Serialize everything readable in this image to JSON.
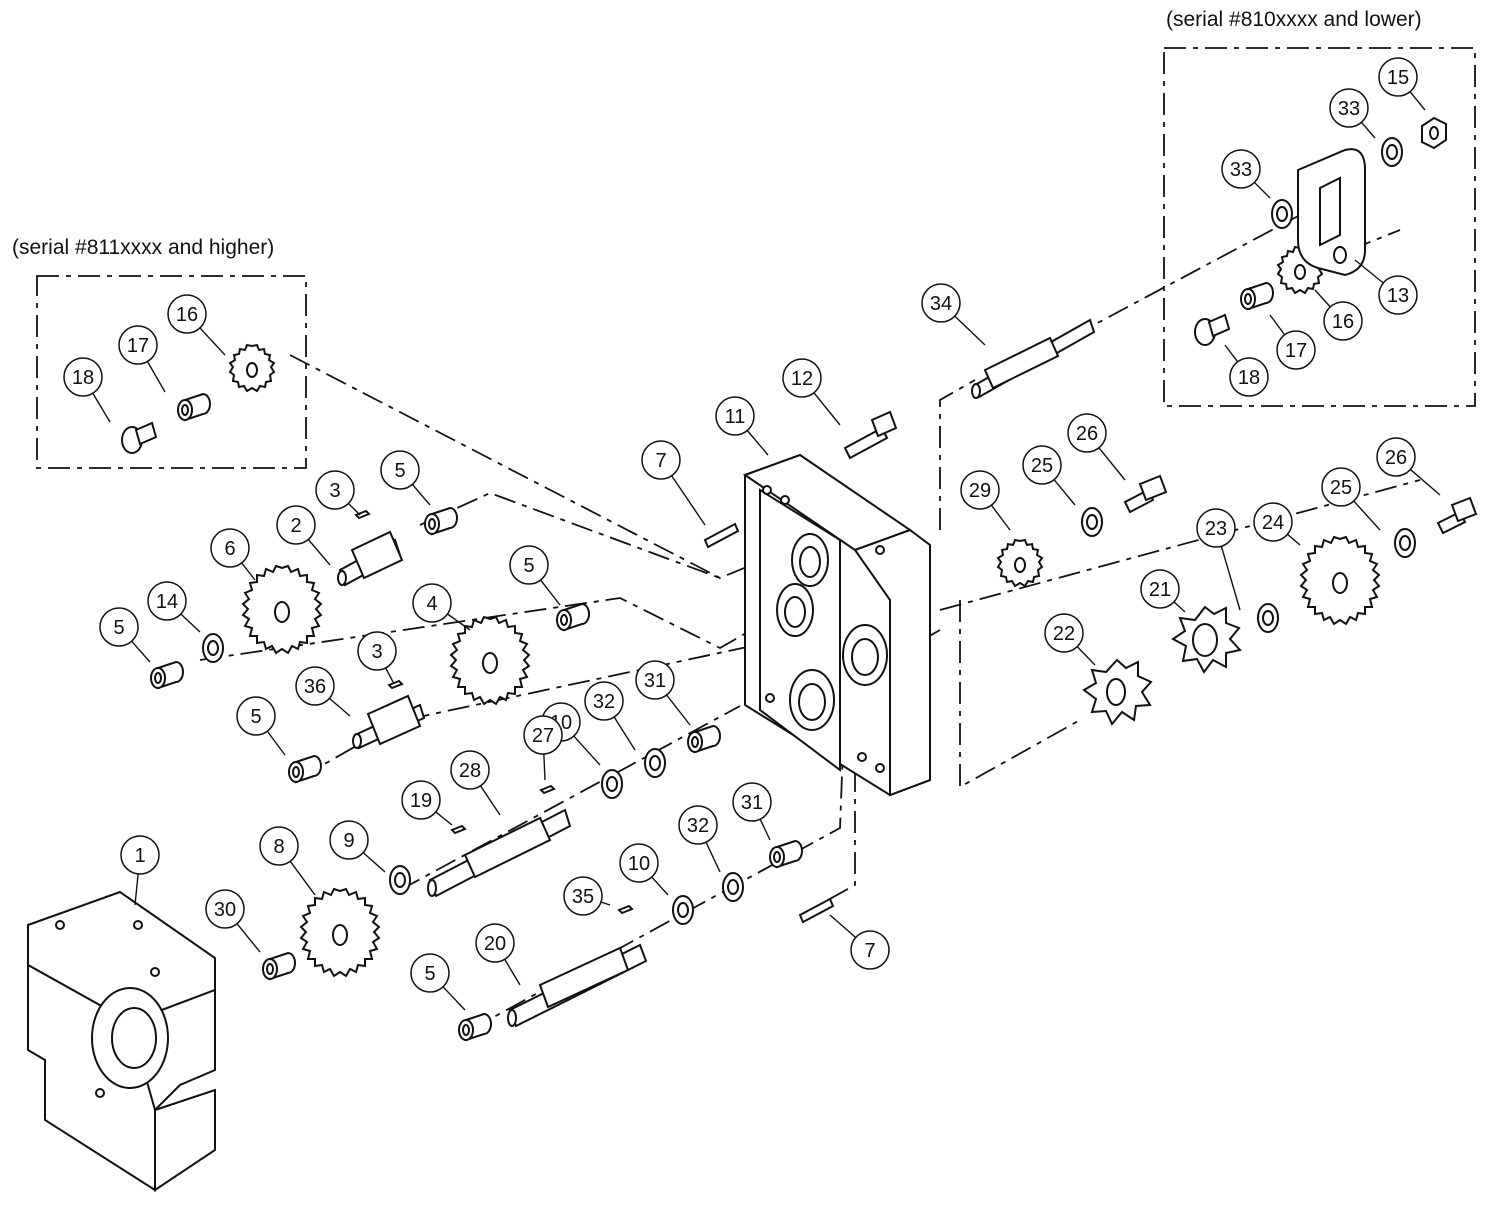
{
  "notes": {
    "serial_high": "(serial #811xxxx and higher)",
    "serial_low": "(serial #810xxxx and lower)"
  },
  "callouts": [
    {
      "id": "1",
      "text": "1"
    },
    {
      "id": "2",
      "text": "2"
    },
    {
      "id": "3a",
      "text": "3"
    },
    {
      "id": "3b",
      "text": "3"
    },
    {
      "id": "4",
      "text": "4"
    },
    {
      "id": "5a",
      "text": "5"
    },
    {
      "id": "5b",
      "text": "5"
    },
    {
      "id": "5c",
      "text": "5"
    },
    {
      "id": "5d",
      "text": "5"
    },
    {
      "id": "5e",
      "text": "5"
    },
    {
      "id": "6",
      "text": "6"
    },
    {
      "id": "7a",
      "text": "7"
    },
    {
      "id": "7b",
      "text": "7"
    },
    {
      "id": "8",
      "text": "8"
    },
    {
      "id": "9",
      "text": "9"
    },
    {
      "id": "10a",
      "text": "10"
    },
    {
      "id": "10b",
      "text": "10"
    },
    {
      "id": "11",
      "text": "11"
    },
    {
      "id": "12",
      "text": "12"
    },
    {
      "id": "13",
      "text": "13"
    },
    {
      "id": "14",
      "text": "14"
    },
    {
      "id": "15",
      "text": "15"
    },
    {
      "id": "16a",
      "text": "16"
    },
    {
      "id": "16b",
      "text": "16"
    },
    {
      "id": "17a",
      "text": "17"
    },
    {
      "id": "17b",
      "text": "17"
    },
    {
      "id": "18a",
      "text": "18"
    },
    {
      "id": "18b",
      "text": "18"
    },
    {
      "id": "19",
      "text": "19"
    },
    {
      "id": "20",
      "text": "20"
    },
    {
      "id": "21",
      "text": "21"
    },
    {
      "id": "22",
      "text": "22"
    },
    {
      "id": "23",
      "text": "23"
    },
    {
      "id": "24",
      "text": "24"
    },
    {
      "id": "25a",
      "text": "25"
    },
    {
      "id": "25b",
      "text": "25"
    },
    {
      "id": "26a",
      "text": "26"
    },
    {
      "id": "26b",
      "text": "26"
    },
    {
      "id": "27",
      "text": "27"
    },
    {
      "id": "28",
      "text": "28"
    },
    {
      "id": "29",
      "text": "29"
    },
    {
      "id": "30",
      "text": "30"
    },
    {
      "id": "31a",
      "text": "31"
    },
    {
      "id": "31b",
      "text": "31"
    },
    {
      "id": "32a",
      "text": "32"
    },
    {
      "id": "32b",
      "text": "32"
    },
    {
      "id": "33a",
      "text": "33"
    },
    {
      "id": "33b",
      "text": "33"
    },
    {
      "id": "34",
      "text": "34"
    },
    {
      "id": "35",
      "text": "35"
    },
    {
      "id": "36",
      "text": "36"
    }
  ]
}
